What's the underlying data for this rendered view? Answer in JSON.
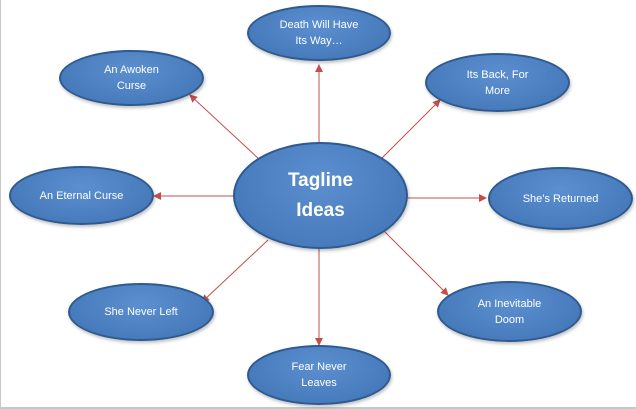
{
  "diagram": {
    "center": {
      "label": "Tagline\nIdeas"
    },
    "nodes": [
      {
        "id": "death",
        "label": "Death Will Have\nIts Way…"
      },
      {
        "id": "its-back",
        "label": "Its Back, For\nMore"
      },
      {
        "id": "returned",
        "label": "She’s Returned"
      },
      {
        "id": "doom",
        "label": "An Inevitable\nDoom"
      },
      {
        "id": "fear",
        "label": "Fear Never\nLeaves"
      },
      {
        "id": "never-left",
        "label": "She Never Left"
      },
      {
        "id": "eternal",
        "label": "An Eternal Curse"
      },
      {
        "id": "awoken",
        "label": "An Awoken\nCurse"
      }
    ],
    "colors": {
      "node_fill": "#4a7ebf",
      "node_border": "#2f5a8f",
      "connector": "#c0504d",
      "text": "#ffffff"
    }
  }
}
